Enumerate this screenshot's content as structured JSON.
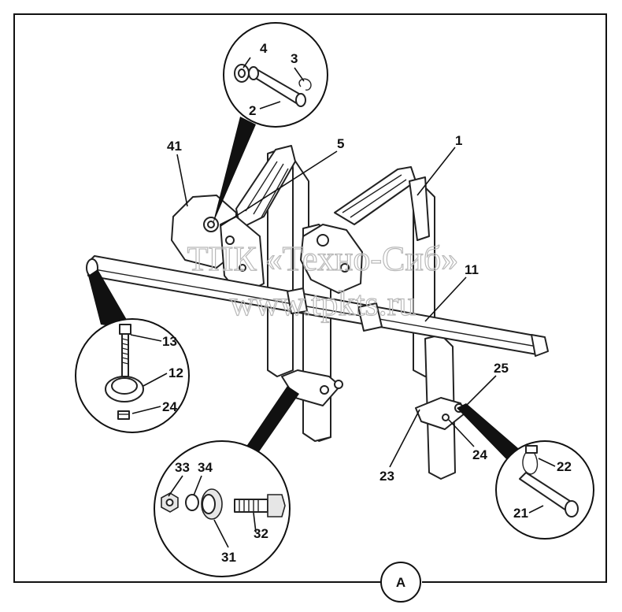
{
  "watermark": {
    "line1": "ТПК «Техно-Сиб»",
    "line2": "www.tpkts.ru"
  },
  "view_marker": "A",
  "callouts": {
    "c4": "4",
    "c3": "3",
    "c2": "2",
    "c41": "41",
    "c5": "5",
    "c1": "1",
    "c11": "11",
    "c13": "13",
    "c12": "12",
    "c24a": "24",
    "c25": "25",
    "c24b": "24",
    "c23": "23",
    "c22": "22",
    "c21": "21",
    "c33": "33",
    "c34": "34",
    "c31": "31",
    "c32": "32"
  }
}
